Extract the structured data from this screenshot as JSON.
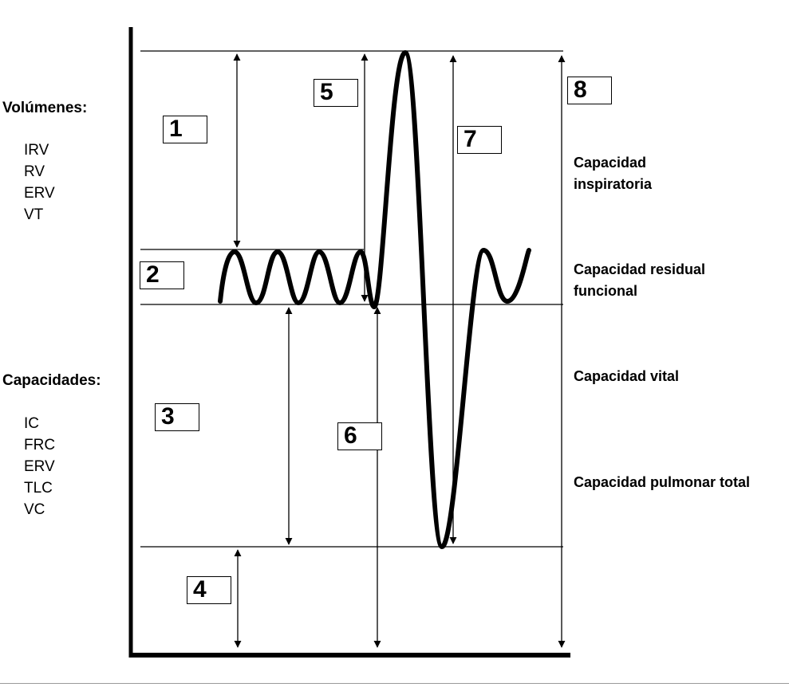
{
  "volumes": {
    "heading": "Volúmenes:",
    "items": [
      "IRV",
      "RV",
      "ERV",
      "VT"
    ]
  },
  "capacities": {
    "heading": "Capacidades:",
    "items": [
      "IC",
      "FRC",
      "ERV",
      "TLC",
      "VC"
    ]
  },
  "number_boxes": [
    "1",
    "2",
    "3",
    "4",
    "5",
    "6",
    "7",
    "8"
  ],
  "capacity_labels": {
    "inspiratory_1": "Capacidad",
    "inspiratory_2": "inspiratoria",
    "residual_1": "Capacidad residual",
    "residual_2": "funcional",
    "vital": "Capacidad vital",
    "total": "Capacidad pulmonar total"
  }
}
